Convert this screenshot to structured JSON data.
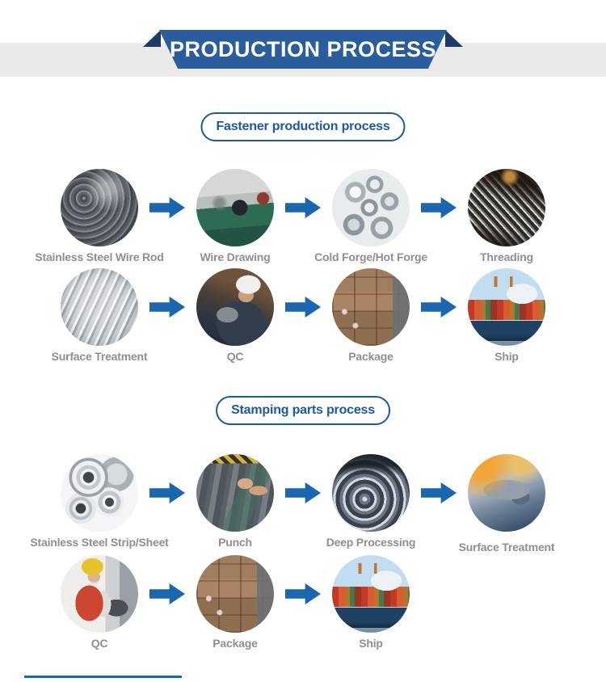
{
  "banner": {
    "title": "PRODUCTION PROCESS"
  },
  "sections": [
    {
      "title": "Fastener production process",
      "rows": [
        {
          "steps": [
            {
              "label": "Stainless Steel Wire Rod",
              "image": "stainless-steel-wire-rod"
            },
            {
              "label": "Wire Drawing",
              "image": "wire-drawing"
            },
            {
              "label": "Cold Forge/Hot Forge",
              "image": "cold-forge-hot-forge"
            },
            {
              "label": "Threading",
              "image": "threading"
            }
          ]
        },
        {
          "steps": [
            {
              "label": "Surface Treatment",
              "image": "surface-treatment"
            },
            {
              "label": "QC",
              "image": "qc-inspection"
            },
            {
              "label": "Package",
              "image": "package-boxes"
            },
            {
              "label": "Ship",
              "image": "container-ship"
            }
          ]
        }
      ]
    },
    {
      "title": "Stamping parts process",
      "rows": [
        {
          "steps": [
            {
              "label": "Stainless Steel Strip/Sheet",
              "image": "stainless-steel-strip-sheet"
            },
            {
              "label": "Punch",
              "image": "punch-press"
            },
            {
              "label": "Deep Processing",
              "image": "deep-processing"
            },
            {
              "label": "Surface Treatment",
              "image": "surface-treatment-machining"
            }
          ]
        },
        {
          "steps": [
            {
              "label": "QC",
              "image": "qc-worker"
            },
            {
              "label": "Package",
              "image": "package-boxes"
            },
            {
              "label": "Ship",
              "image": "container-ship-port"
            }
          ]
        }
      ]
    }
  ],
  "colors": {
    "ribbon_blue": "#2a5d9b",
    "ribbon_fold_navy": "#1d3c63",
    "band_gray": "#eaeaea",
    "pill_blue": "#1a5aa5",
    "arrow_blue": "#1a66b0",
    "label_gray": "#8f8f8f"
  }
}
